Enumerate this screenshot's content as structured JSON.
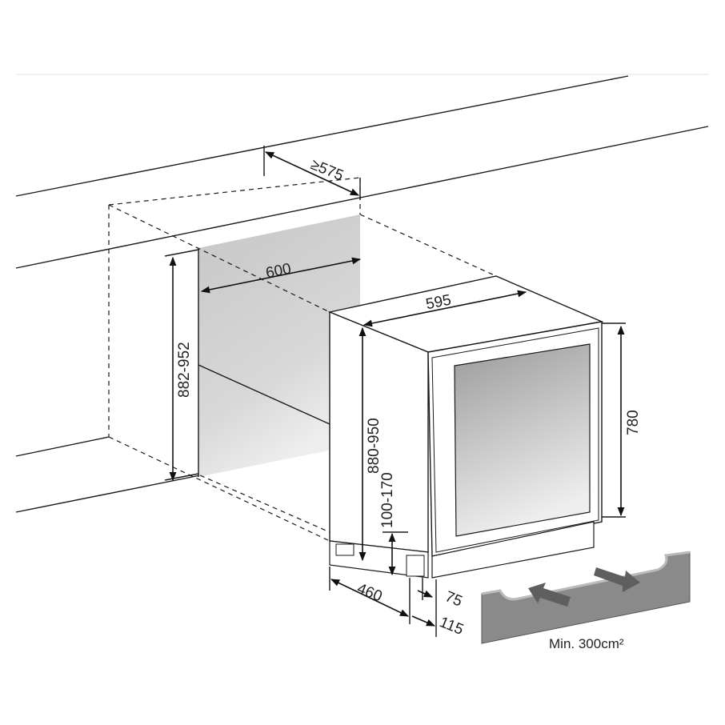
{
  "dimensions": {
    "depth_min": "≥575",
    "niche_width": "600",
    "appliance_width": "595",
    "niche_height": "882-952",
    "appliance_height": "880-950",
    "door_height": "780",
    "plinth_height": "100-170",
    "foot_depth": "460",
    "plinth_setback": "75",
    "plinth_offset": "115"
  },
  "ventilation": {
    "caption": "Min. 300cm²"
  },
  "colors": {
    "line": "#1a1a1a",
    "niche_back": "#d2d2d2",
    "glass": "#a8a8a8",
    "grille": "#7f7f7f"
  }
}
